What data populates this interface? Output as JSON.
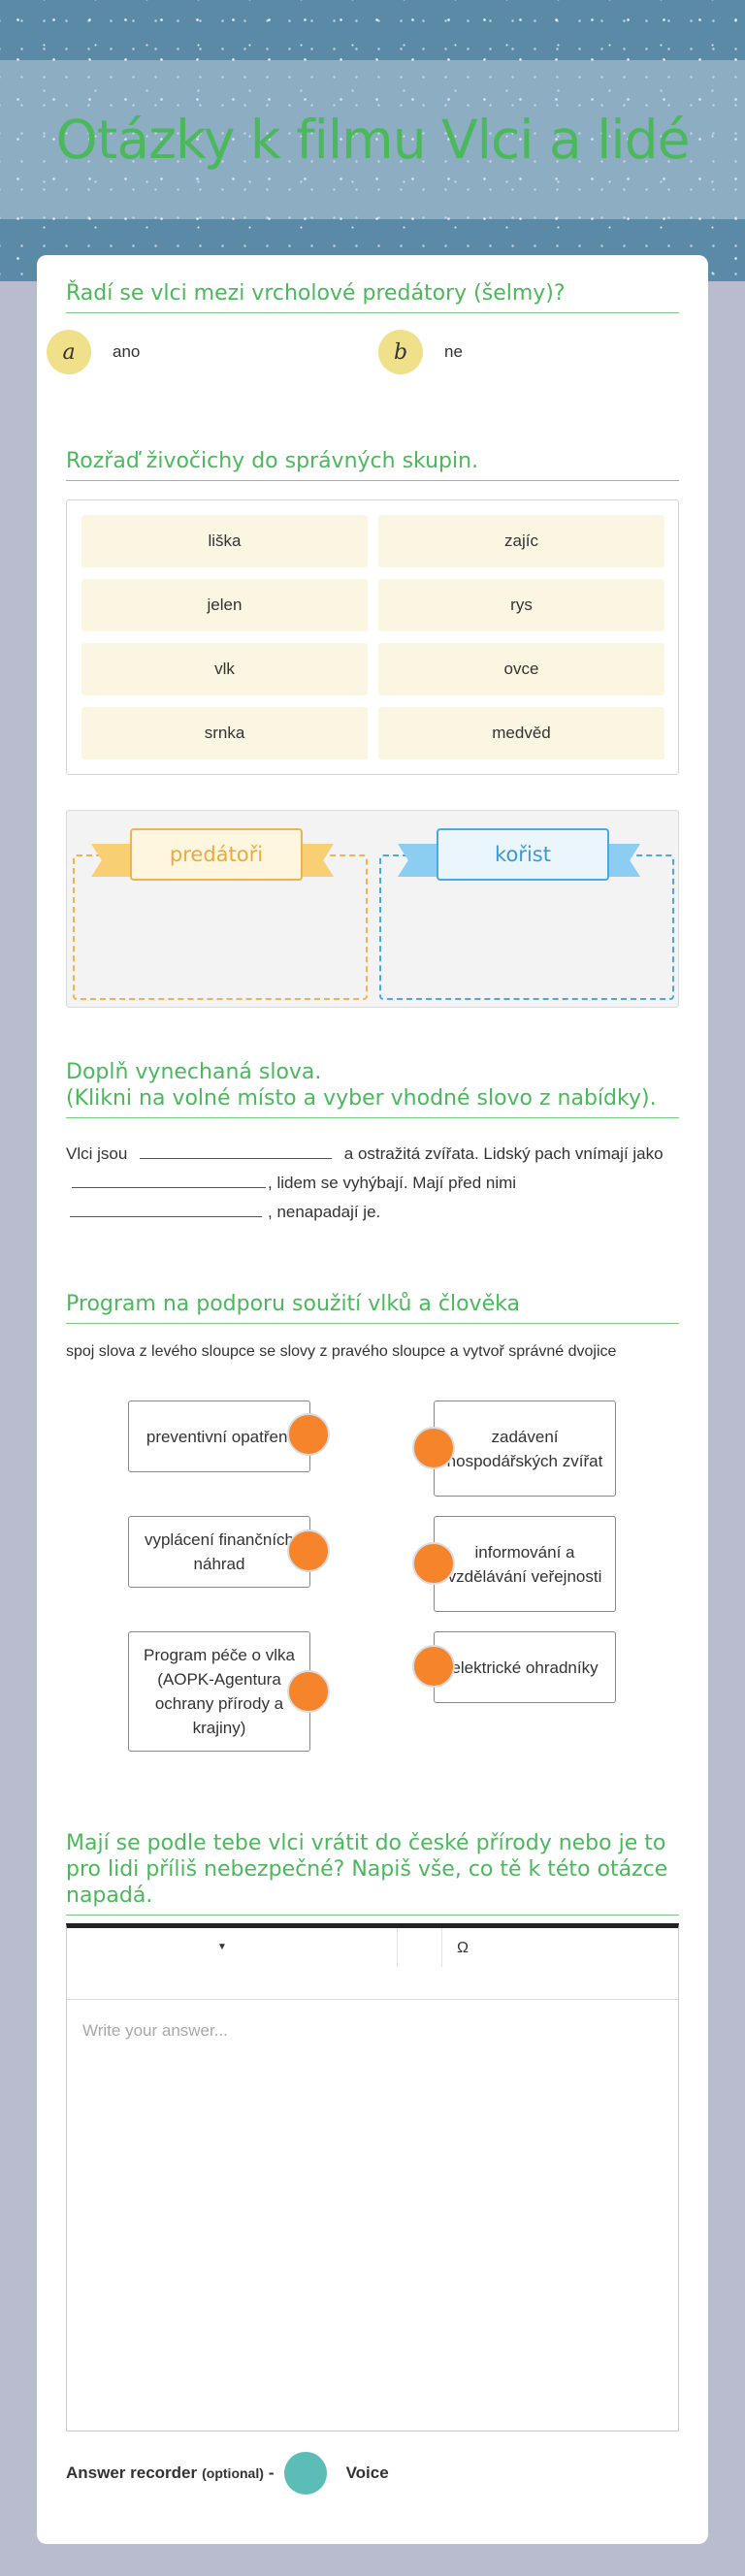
{
  "title": "Otázky k filmu Vlci a lidé",
  "colors": {
    "accent": "#4cb85c",
    "option_bg": "#f0e08a",
    "tile_bg": "#fbf6e2",
    "dot": "#f5842a",
    "record": "#5bbdb5"
  },
  "q1": {
    "title": "Řadí se vlci mezi vrcholové predátory (šelmy)?",
    "options": [
      {
        "letter": "a",
        "label": "ano"
      },
      {
        "letter": "b",
        "label": "ne"
      }
    ]
  },
  "q2": {
    "title": "Rozřaď živočichy do správných skupin.",
    "items": [
      "liška",
      "zajíc",
      "jelen",
      "rys",
      "vlk",
      "ovce",
      "srnka",
      "medvěd"
    ],
    "categories": [
      "predátoři",
      "kořist"
    ]
  },
  "q3": {
    "title_line1": "Doplň vynechaná slova.",
    "title_line2": "(Klikni na volné místo a vyber vhodné slovo z nabídky).",
    "seg1": "Vlci jsou",
    "seg2": "a ostražitá zvířata. Lidský pach vnímají jako",
    "seg3": ", lidem se vyhýbají. Mají před nimi",
    "seg4": ", nenapadají je."
  },
  "q4": {
    "title": "Program na podporu soužití vlků a člověka",
    "instruction": "spoj slova z levého sloupce se slovy z pravého sloupce a vytvoř správné dvojice",
    "left": [
      "preventivní opatření",
      "vyplácení finančních náhrad",
      "Program péče o vlka (AOPK-Agentura ochrany přírody a krajiny)"
    ],
    "right": [
      "zadávení hospodářských zvířat",
      "informování a vzdělávání veřejnosti",
      "elektrické ohradníky"
    ]
  },
  "q5": {
    "title": "Mají se podle tebe vlci vrátit do české přírody nebo je to pro lidi příliš nebezpečné? Napiš vše, co tě k této otázce napadá.",
    "placeholder": "Write your answer...",
    "toolbar_symbol": "Ω"
  },
  "recorder": {
    "label": "Answer recorder",
    "optional": "(optional)",
    "dash": "-",
    "voice": "Voice"
  }
}
